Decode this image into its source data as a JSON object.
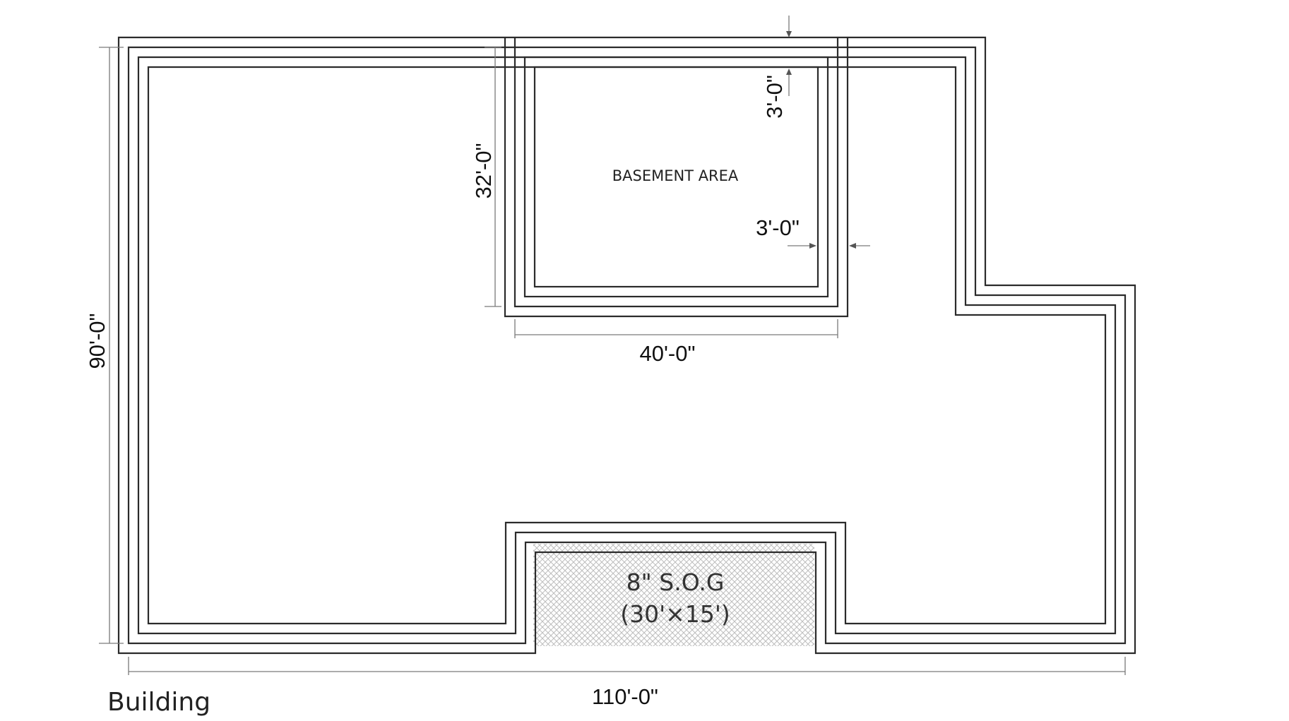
{
  "caption": "Building",
  "basement_label": "BASEMENT AREA",
  "slab": {
    "line1": "8\" S.O.G",
    "line2": "(30'×15')"
  },
  "dimensions": {
    "overall_width": "110'-0\"",
    "overall_depth": "90'-0\"",
    "basement_width": "40'-0\"",
    "basement_depth": "32'-0\"",
    "offset_top": "3'-0\"",
    "offset_side": "3'-0\""
  },
  "colors": {
    "wall": "#2b2b2b",
    "dimension": "#7a7a7a",
    "hatch": "#c9c9c9"
  }
}
